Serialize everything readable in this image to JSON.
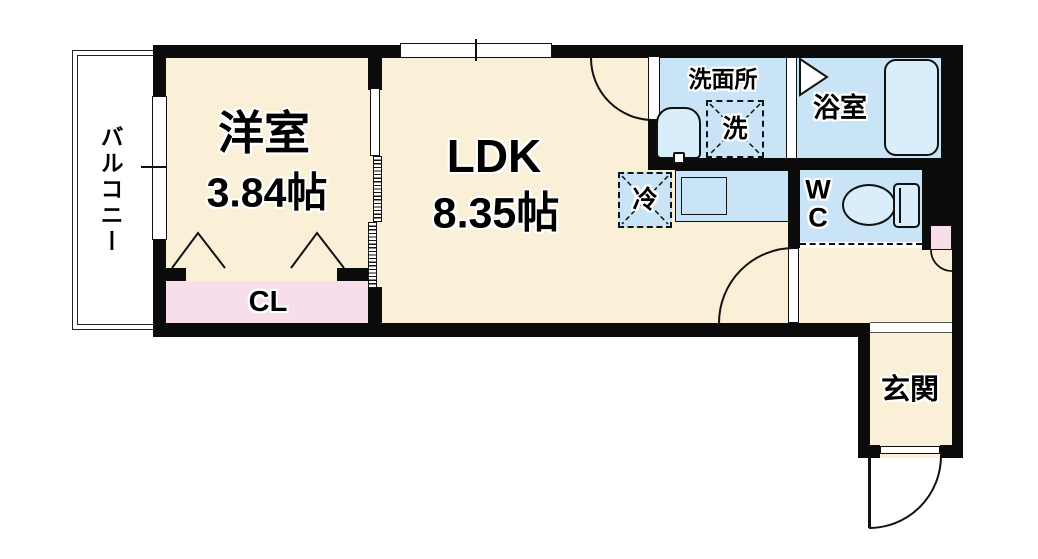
{
  "plan_type": "japanese-apartment-floorplan-1K",
  "rooms": {
    "balcony": {
      "label": "バルコニー"
    },
    "western": {
      "label": "洋室",
      "size": "3.84帖"
    },
    "ldk": {
      "label": "LDK",
      "size": "8.35帖"
    },
    "washroom": {
      "label": "洗面所"
    },
    "washer": {
      "label": "洗"
    },
    "bathroom": {
      "label": "浴室"
    },
    "fridge": {
      "label": "冷"
    },
    "wc": {
      "label": "WC"
    },
    "closet": {
      "label": "CL"
    },
    "entrance": {
      "label": "玄関"
    }
  },
  "colors": {
    "wall": "#0b0b0b",
    "floor_cream": "#faf0d8",
    "wet_blue": "#c8e4f6",
    "fixture_blue": "#d9edfa",
    "closet_pink": "#f8deeb",
    "outline_white": "#ffffff"
  },
  "icons": {
    "bathtub": "rounded-rect-tub",
    "toilet": "bowl-and-tank",
    "washbasin": "rounded-basin-with-tap",
    "door_swing": "quarter-arc",
    "folding_door": "triangle",
    "fridge_space": "dashed-box-with-x",
    "washer_space": "dashed-box-with-x",
    "sliding_door": "hatched-track"
  }
}
